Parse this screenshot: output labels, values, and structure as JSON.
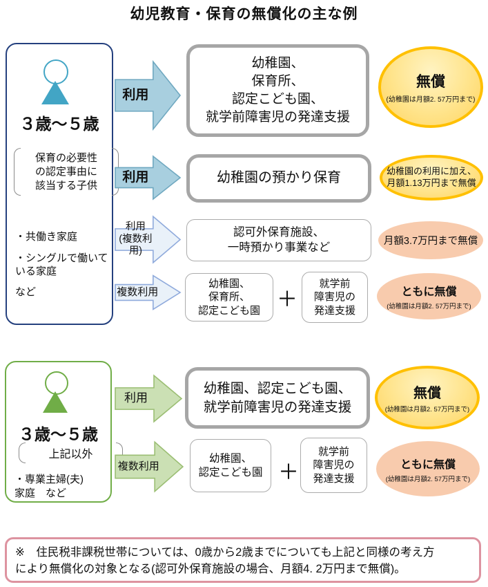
{
  "title": "幼児教育・保育の無償化の主な例",
  "colors": {
    "section1_border": "#24407E",
    "section1_person": "#42A5C5",
    "section2_border": "#70AD47",
    "section2_person": "#70AD47",
    "arrow_teal_fill": "#A8CFDF",
    "arrow_teal_border": "#6FA8C0",
    "arrow_lightblue_fill": "#E9F1F9",
    "arrow_lightblue_border": "#8FAADC",
    "arrow_green_fill": "#CBE0B4",
    "arrow_green_border": "#9BBE73",
    "thick_box_border": "#A6A6A6",
    "thin_box_border": "#ABABAB",
    "ellipse_orange_fill": "#FFE48C",
    "ellipse_orange_border": "#FFC000",
    "ellipse_peach_fill": "#F8CBAD",
    "footnote_border": "#DD93A0"
  },
  "s1": {
    "age": "３歳～５歳",
    "age_note": "保育の必要性\nの認定事由に\n該当する子供",
    "examples": [
      "・共働き家庭",
      "・シングルで働いて\nいる家庭",
      "など"
    ],
    "r1": {
      "arrow": "利用",
      "box": "幼稚園、\n保育所、\n認定こども園、\n就学前障害児の発達支援",
      "result": "無償",
      "result_note": "(幼稚園は月額2. 57万円まで)"
    },
    "r2": {
      "arrow": "利用",
      "box": "幼稚園の預かり保育",
      "result": "幼稚園の利用に加え、\n月額1.13万円まで無償"
    },
    "r3": {
      "arrow": "利用\n(複数利用)",
      "box": "認可外保育施設、\n一時預かり事業など",
      "result": "月額3.7万円まで無償"
    },
    "r4": {
      "arrow": "複数利用",
      "box_a": "幼稚園、\n保育所、\n認定こども園",
      "plus": "＋",
      "box_b": "就学前\n障害児の\n発達支援",
      "result": "ともに無償",
      "result_note": "(幼稚園は月額2. 57万円まで)"
    }
  },
  "s2": {
    "age": "３歳～５歳",
    "age_note": "上記以外",
    "examples": [
      "・専業主婦(夫)\n家庭　など"
    ],
    "r1": {
      "arrow": "利用",
      "box": "幼稚園、認定こども園、\n就学前障害児の発達支援",
      "result": "無償",
      "result_note": "(幼稚園は月額2. 57万円まで)"
    },
    "r2": {
      "arrow": "複数利用",
      "box_a": "幼稚園、\n認定こども園",
      "plus": "＋",
      "box_b": "就学前\n障害児の\n発達支援",
      "result": "ともに無償",
      "result_note": "(幼稚園は月額2. 57万円まで)"
    }
  },
  "footnote": "※　住民税非課税世帯については、0歳から2歳までについても上記と同様の考え方\n により無償化の対象となる(認可外保育施設の場合、月額4. 2万円まで無償)。"
}
